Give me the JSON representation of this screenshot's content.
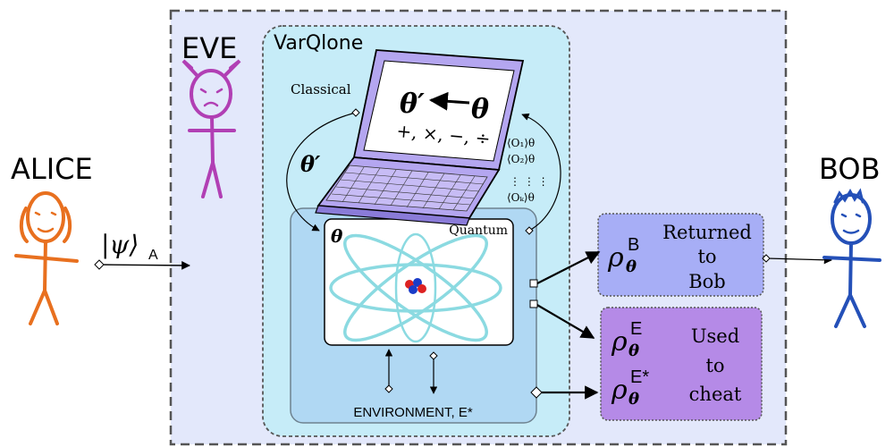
{
  "actors": {
    "alice": "ALICE",
    "eve": "EVE",
    "bob": "BOB"
  },
  "varqlone": {
    "title": "VarQlone",
    "classical_label": "Classical",
    "quantum_label": "Quantum",
    "environment_label": "ENVIRONMENT, E*"
  },
  "laptop_screen": {
    "update_lhs": "θ′",
    "update_rhs": "θ",
    "operations": "+, ×, −, ÷"
  },
  "math": {
    "input_state_ket": "|ψ⟩",
    "input_state_sub": "A",
    "theta_prime": "θ′",
    "theta": "θ",
    "observables": [
      "⟨O₁⟩θ",
      "⟨O₂⟩θ",
      "⋮ ⋮ ⋮",
      "⟨Oₖ⟩θ"
    ]
  },
  "outputs": {
    "bob_state": {
      "rho": "ρ",
      "sup": "B",
      "sub": "θ",
      "lines": [
        "Returned",
        "to",
        "Bob"
      ]
    },
    "eve_state_1": {
      "rho": "ρ",
      "sup": "E",
      "sub": "θ"
    },
    "eve_state_2": {
      "rho": "ρ",
      "sup": "E*",
      "sub": "θ"
    },
    "eve_text": [
      "Used",
      "to",
      "cheat"
    ]
  },
  "colors": {
    "alice": "#e8701f",
    "eve": "#b13fb4",
    "bob": "#2450b8",
    "eve_region": "#e3e8fb",
    "varqlone_region": "#c6ecf8",
    "quantum_region": "#b0d8f3",
    "bob_box": "#a7aef6",
    "eve_box": "#b58ae7",
    "laptop": "#b4a6f0",
    "atom": "#7fd6de"
  }
}
